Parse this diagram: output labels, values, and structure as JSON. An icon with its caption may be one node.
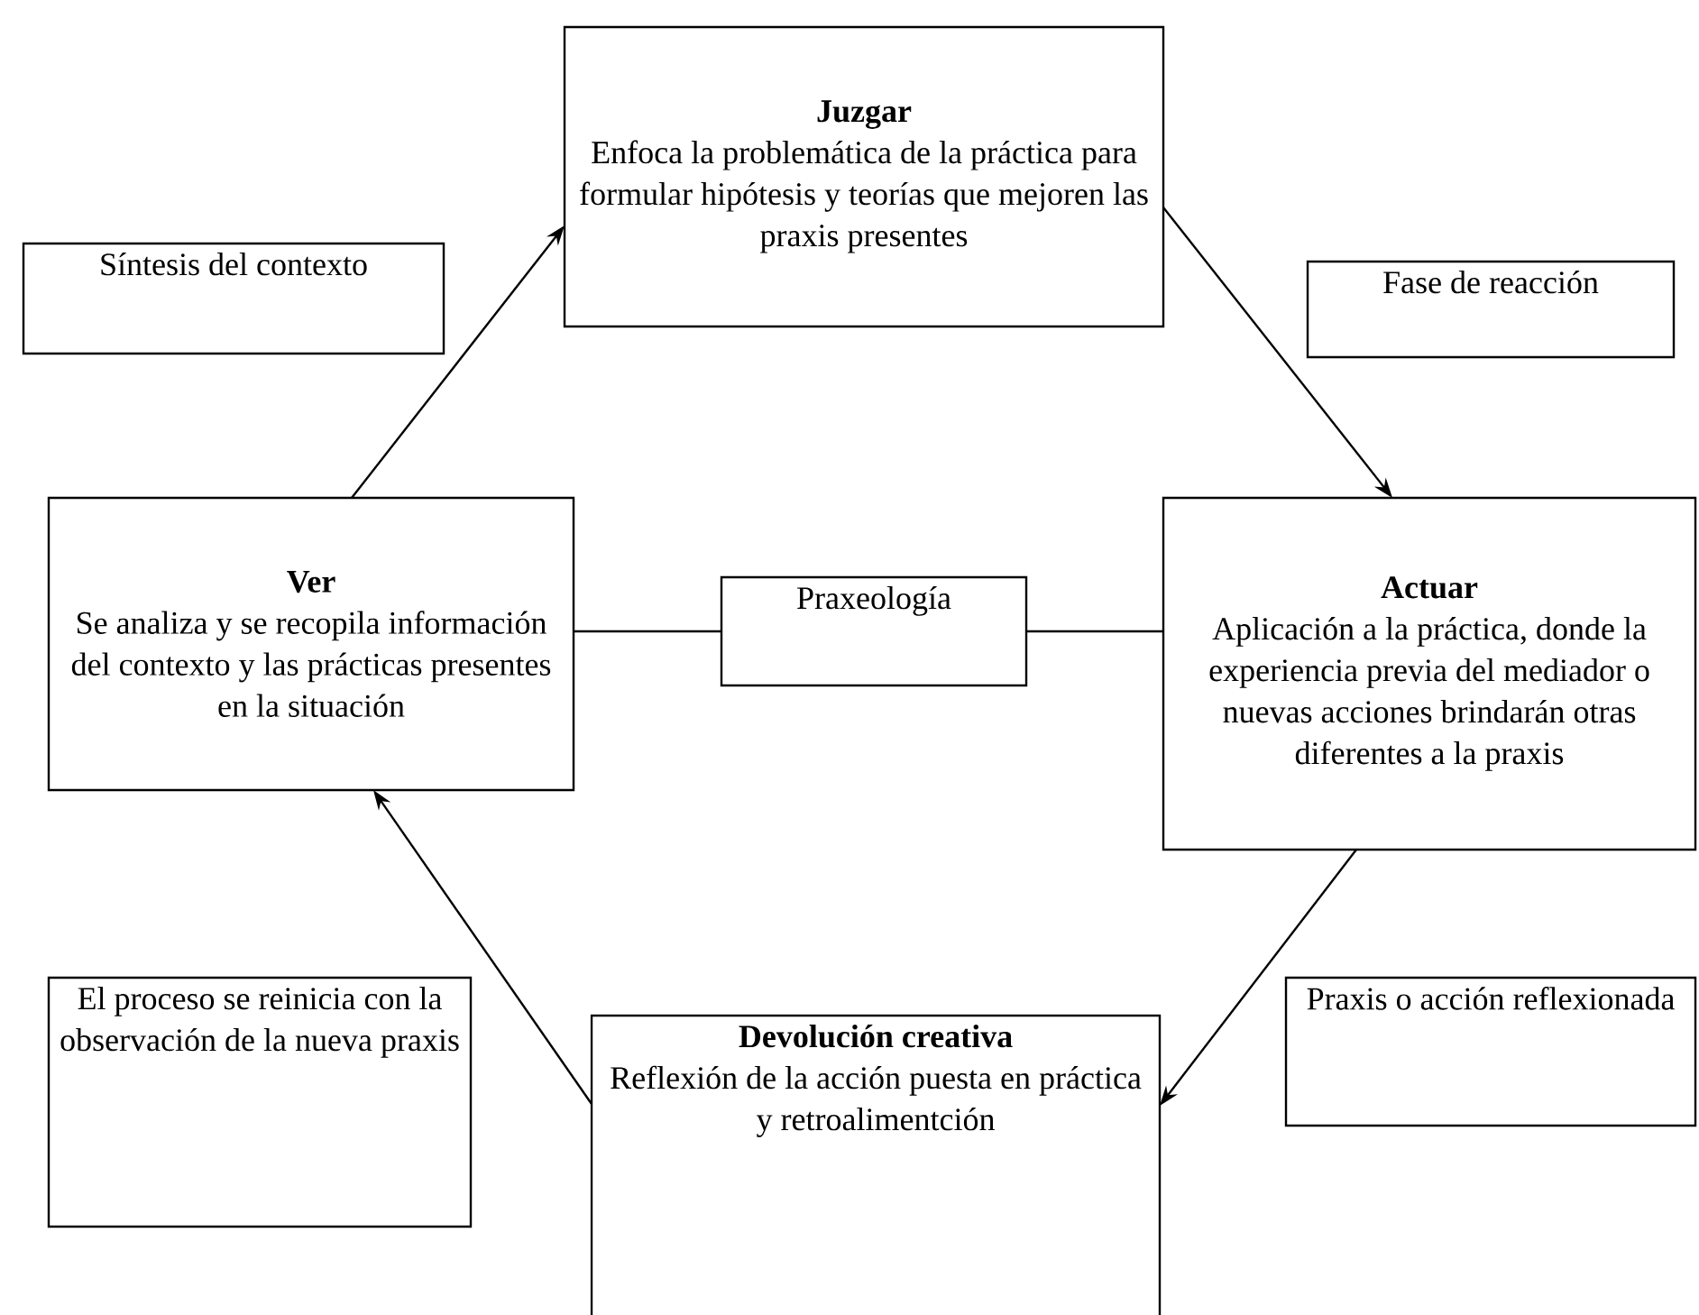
{
  "diagram": {
    "nodes": [
      {
        "text": [
          "Síntesis del contexto"
        ]
      },
      {
        "text": [
          "Juzgar",
          "Enfoca la problemática de la práctica para formular hipótesis y teorías que mejoren las praxis presentes"
        ]
      },
      {
        "text": [
          "Fase de reacción"
        ]
      },
      {
        "text": [
          "Ver",
          "Se analiza y se recopila información del contexto y las prácticas presentes en la situación"
        ]
      },
      {
        "text": [
          "Praxeología"
        ]
      },
      {
        "text": [
          "Actuar",
          "Aplicación a la práctica, donde la experiencia previa del mediador o nuevas acciones brindarán otras diferentes a la praxis"
        ]
      },
      {
        "text": [
          "El proceso se reinicia con la observación de la nueva praxis"
        ]
      },
      {
        "text": [
          "Devolución creativa",
          "Reflexión de la acción puesta en práctica y retroalimentción"
        ]
      },
      {
        "text": [
          "Praxis o acción reflexionada"
        ]
      }
    ],
    "edges": [
      {
        "from": 3,
        "to": 1,
        "arrow": "to"
      },
      {
        "from": 1,
        "to": 5,
        "arrow": "to"
      },
      {
        "from": 5,
        "to": 7,
        "arrow": "to"
      },
      {
        "from": 7,
        "to": 3,
        "arrow": "to"
      },
      {
        "from": 3,
        "to": 4,
        "arrow": "none"
      },
      {
        "from": 4,
        "to": 5,
        "arrow": "none"
      }
    ]
  }
}
